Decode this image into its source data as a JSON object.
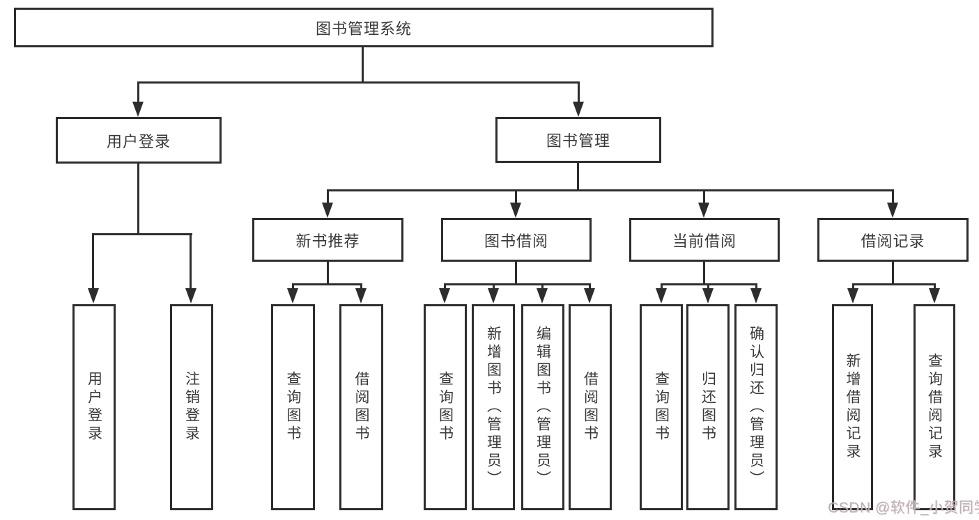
{
  "diagram": {
    "root": {
      "label": "图书管理系统"
    },
    "branches": [
      {
        "label": "用户登录",
        "children": [
          {
            "label": "用户登录"
          },
          {
            "label": "注销登录"
          }
        ]
      },
      {
        "label": "图书管理",
        "children": [
          {
            "label": "新书推荐",
            "children": [
              {
                "label": "查询图书"
              },
              {
                "label": "借阅图书"
              }
            ]
          },
          {
            "label": "图书借阅",
            "children": [
              {
                "label": "查询图书"
              },
              {
                "label": "新增图书（管理员）"
              },
              {
                "label": "编辑图书（管理员）"
              },
              {
                "label": "借阅图书"
              }
            ]
          },
          {
            "label": "当前借阅",
            "children": [
              {
                "label": "查询图书"
              },
              {
                "label": "归还图书"
              },
              {
                "label": "确认归还（管理员）"
              }
            ]
          },
          {
            "label": "借阅记录",
            "children": [
              {
                "label": "新增借阅记录"
              },
              {
                "label": "查询借阅记录"
              }
            ]
          }
        ]
      }
    ],
    "watermark": "CSDN @软件_小贺同学",
    "colors": {
      "line": "#2d2d2d",
      "text": "#383838",
      "background": "#ffffff",
      "watermark": "#b4b4b4"
    }
  }
}
